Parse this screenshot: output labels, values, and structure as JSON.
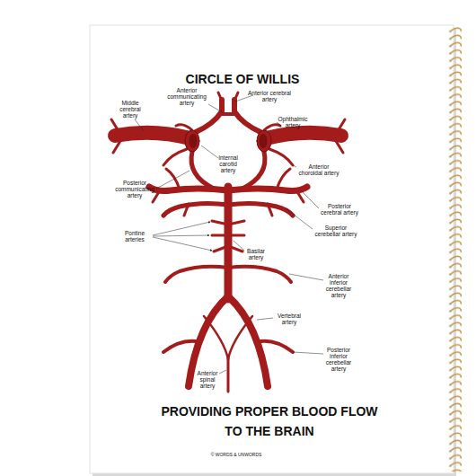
{
  "diagram": {
    "title": "CIRCLE OF WILLIS",
    "caption": "PROVIDING PROPER BLOOD FLOW TO THE BRAIN",
    "labels": [
      "Anterior communicating artery",
      "Anterior cerebral artery",
      "Middle cerebral artery",
      "Ophthalmic artery",
      "Internal carotid artery",
      "Anterior choroidal artery",
      "Posterior communicating artery",
      "Posterior cerebral artery",
      "Superior cerebellar artery",
      "Pontine arteries",
      "Basilar artery",
      "Anterior inferior cerebellar artery",
      "Vertebral artery",
      "Anterior spinal artery",
      "Posterior inferior cerebellar artery",
      "© WORDS & UNWORDS"
    ]
  }
}
